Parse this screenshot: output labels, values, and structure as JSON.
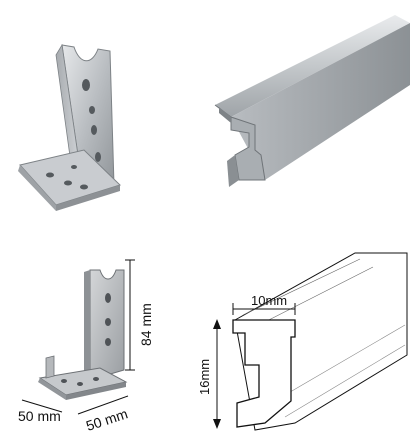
{
  "bracket_dimensions": {
    "height_label": "84 mm",
    "width_label": "50 mm",
    "depth_label": "50 mm"
  },
  "profile_dimensions": {
    "width_label": "10mm",
    "height_label": "16mm"
  }
}
